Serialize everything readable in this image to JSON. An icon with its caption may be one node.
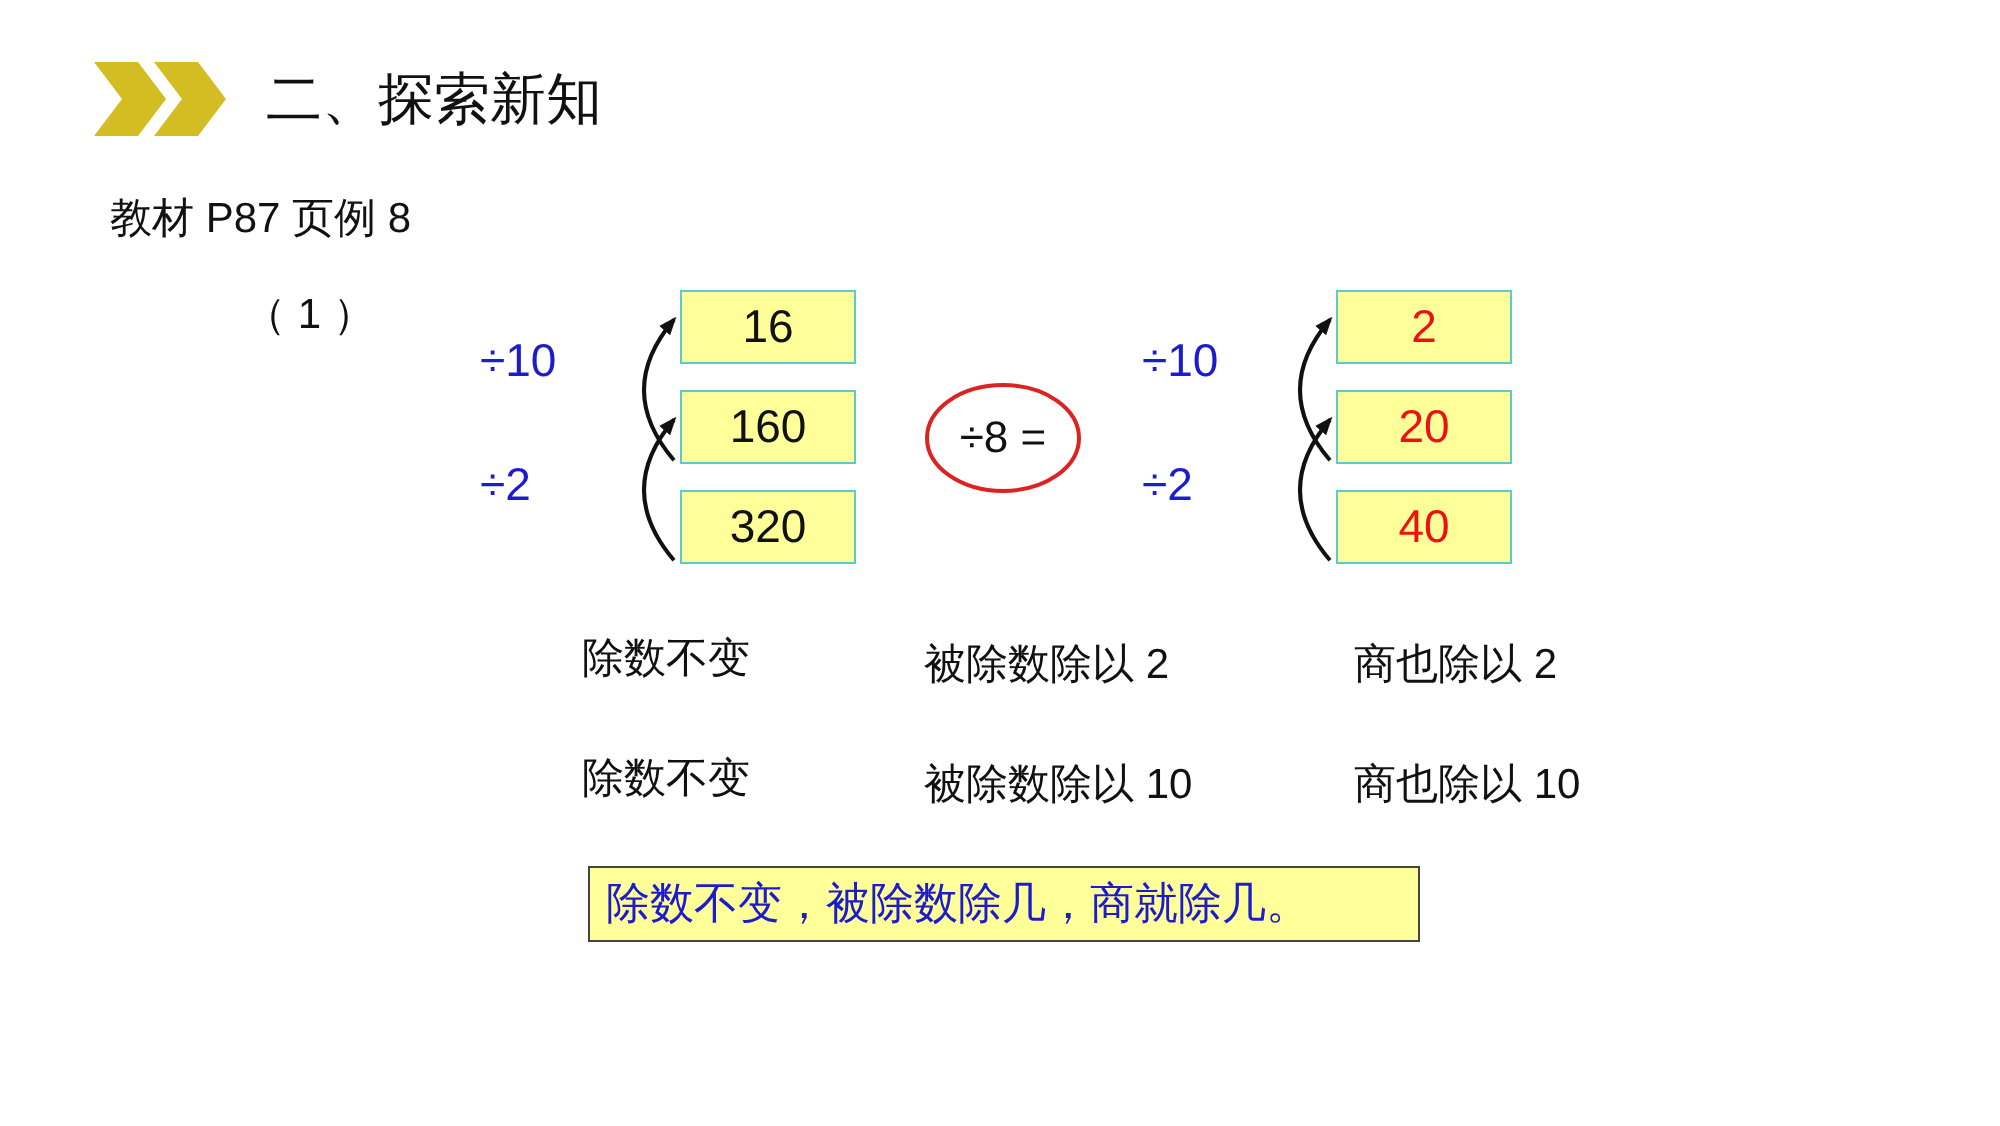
{
  "diagram": {
    "title": "二、探索新知",
    "nodes": [
      {
        "text": [
          "16"
        ]
      },
      {
        "text": [
          "160"
        ]
      },
      {
        "text": [
          "320"
        ]
      },
      {
        "text": [
          "÷8 ="
        ]
      },
      {
        "text": [
          "2"
        ]
      },
      {
        "text": [
          "20"
        ]
      },
      {
        "text": [
          "40"
        ]
      },
      {
        "text": [
          "除数不变，被除数除几，商就除几。"
        ]
      }
    ],
    "edges": [
      {
        "from": 2,
        "to": 1,
        "arrow": "to",
        "label": "÷2"
      },
      {
        "from": 1,
        "to": 0,
        "arrow": "to",
        "label": "÷10"
      },
      {
        "from": 6,
        "to": 5,
        "arrow": "to",
        "label": "÷2"
      },
      {
        "from": 5,
        "to": 4,
        "arrow": "to",
        "label": "÷10"
      }
    ],
    "labels": [
      "教材 P87 页例 8",
      "（ 1 ）",
      "除数不变",
      "被除数除以 2",
      "商也除以 2",
      "除数不变",
      "被除数除以 10",
      "商也除以 10"
    ]
  }
}
